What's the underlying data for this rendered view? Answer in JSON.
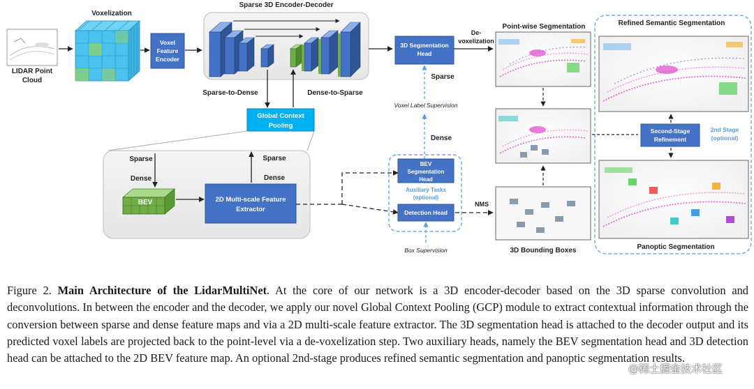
{
  "diagram": {
    "lidar_label_1": "LIDAR Point",
    "lidar_label_2": "Cloud",
    "voxelization": "Voxelization",
    "voxel_encoder_1": "Voxel",
    "voxel_encoder_2": "Feature",
    "voxel_encoder_3": "Encoder",
    "encoder_decoder_title": "Sparse 3D Encoder-Decoder",
    "sparse_to_dense": "Sparse-to-Dense",
    "dense_to_sparse": "Dense-to-Sparse",
    "gcp_1": "Global Context",
    "gcp_2": "Pooling",
    "seg_head_1": "3D Segmentation",
    "seg_head_2": "Head",
    "devox_1": "De-",
    "devox_2": "voxelization",
    "sparse_label": "Sparse",
    "voxel_label_sup": "Voxel Label Supervision",
    "dense_label": "Dense",
    "bev_head_1": "BEV",
    "bev_head_2": "Segmentation",
    "bev_head_3": "Head",
    "aux_1": "Auxiliary Tasks",
    "aux_2": "(optional)",
    "det_head": "Detection Head",
    "box_sup": "Box Supervision",
    "nms": "NMS",
    "gcp_sparse_in": "Sparse",
    "gcp_dense_in": "Dense",
    "gcp_sparse_out": "Sparse",
    "gcp_dense_out": "Dense",
    "bev": "BEV",
    "extractor_1": "2D Multi-scale Feature",
    "extractor_2": "Extractor",
    "pointwise_seg": "Point-wise Segmentation",
    "bboxes": "3D Bounding Boxes",
    "refined_seg": "Refined Semantic Segmentation",
    "second_stage_1": "Second-Stage",
    "second_stage_2": "Refinement",
    "second_stage_note_1": "2nd Stage",
    "second_stage_note_2": "(optional)",
    "panoptic": "Panoptic Segmentation"
  },
  "caption": {
    "label": "Figure 2.",
    "title": "Main Architecture of the LidarMultiNet",
    "text": ". At the core of our network is a 3D encoder-decoder based on the 3D sparse convolution and deconvolutions. In between the encoder and the decoder, we apply our novel Global Context Pooling (GCP) module to extract contextual information through the conversion between sparse and dense feature maps and via a 2D multi-scale feature extractor. The 3D segmentation head is attached to the decoder output and its predicted voxel labels are projected back to the point-level via a de-voxelization step. Two auxiliary heads, namely the BEV segmentation head and 3D detection head can be attached to the 2D BEV feature map. An optional 2nd-stage produces refined semantic segmentation and panoptic segmentation results."
  },
  "watermark": "@稀土掘金技术社区",
  "colors": {
    "box_blue": "#4472c4",
    "cyan": "#00b0f0",
    "green": "#70ad47",
    "dashed_blue": "#5b9bd5",
    "panel_gray": "#efefef"
  }
}
